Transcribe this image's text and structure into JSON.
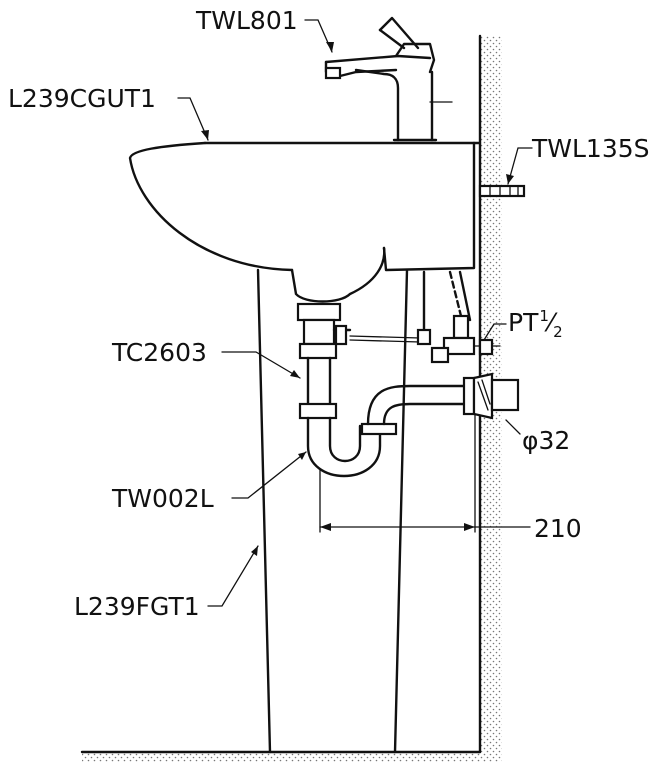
{
  "labels": {
    "faucet": "TWL801",
    "basin": "L239CGUT1",
    "bolt": "TWL135S",
    "thread": "PT",
    "thread_num": "1",
    "thread_den": "2",
    "drain": "TC2603",
    "trap": "TW002L",
    "pipe_dia": "φ32",
    "dimension": "210",
    "pedestal": "L239FGT1"
  }
}
